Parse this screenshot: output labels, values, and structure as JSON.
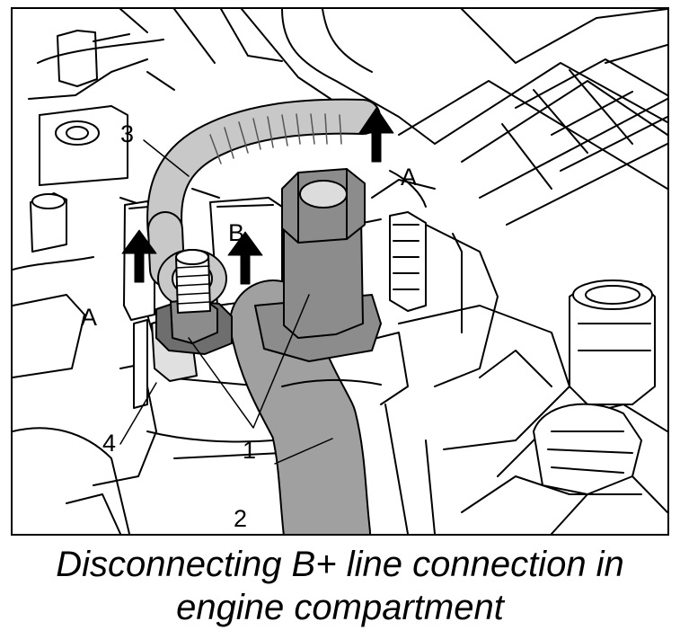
{
  "figure": {
    "callouts": {
      "c1": "1",
      "c2": "2",
      "c3": "3",
      "c4": "4",
      "a_left": "A",
      "a_right": "A",
      "b": "B"
    }
  },
  "caption": {
    "line1": "Disconnecting B+ line connection in",
    "line2": "engine compartment"
  },
  "colors": {
    "line": "#000000",
    "light_gray": "#c8c8c8",
    "mid_gray": "#a0a0a0",
    "dark_gray": "#8c8c8c",
    "nut_gray": "#6e6e6e",
    "arrow": "#000000"
  }
}
